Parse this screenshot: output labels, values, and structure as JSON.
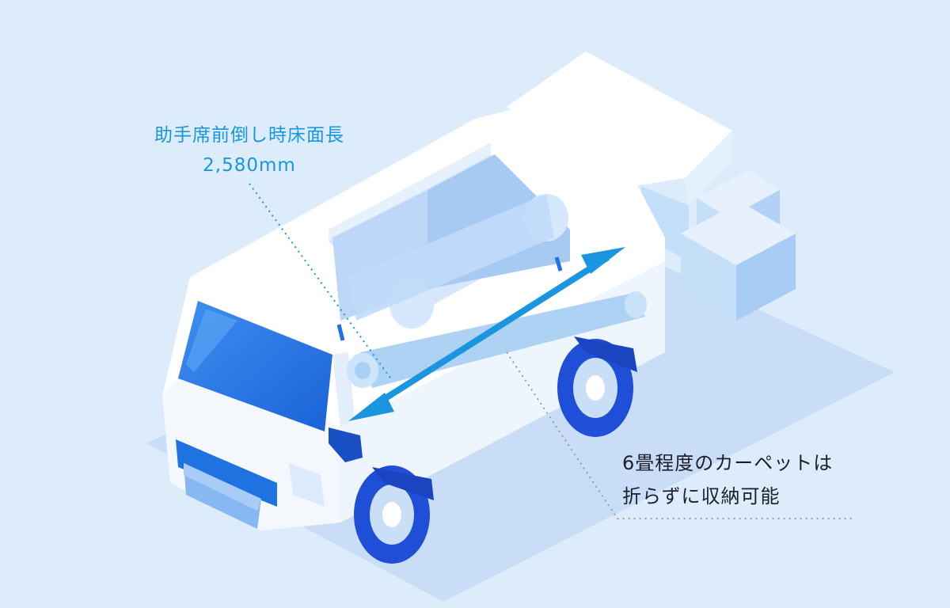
{
  "annotations": {
    "floor_length": {
      "line1": "助手席前倒し時床面長",
      "line2": "2,580mm"
    },
    "carpet": {
      "line1": "6畳程度のカーペットは",
      "line2": "折らずに収納可能"
    }
  },
  "colors": {
    "background": "#dcecfb",
    "van_body": "#ffffff",
    "accent_blue": "#1a96e0",
    "window_blue": "#1f73e0",
    "tire_blue": "#1f4fd6",
    "cargo_light": "#b7d6f7",
    "text_dark": "#1b1f2a"
  },
  "icons": [
    "van-illustration",
    "sofa-icon",
    "carpet-roll-icon",
    "cardboard-box-icon",
    "double-arrow-icon"
  ]
}
